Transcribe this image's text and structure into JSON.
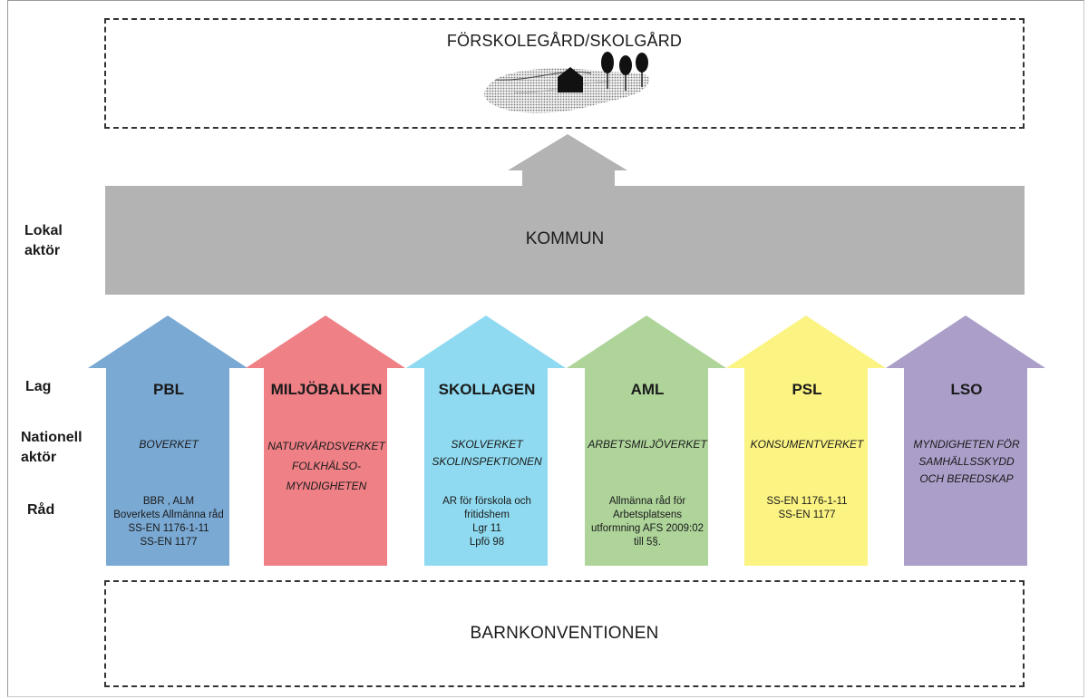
{
  "top_box": {
    "title": "FÖRSKOLEGÅRD/SKOLGÅRD"
  },
  "bottom_box": {
    "title": "BARNKONVENTIONEN"
  },
  "kommun": {
    "label": "KOMMUN"
  },
  "row_labels": {
    "lokal_aktor": [
      "Lokal",
      "aktör"
    ],
    "lag": "Lag",
    "nationell_aktor": [
      "Nationell",
      "aktör"
    ],
    "rad": "Råd"
  },
  "columns": [
    {
      "law": "PBL",
      "color": "#7aa9d3",
      "agency": [
        "BOVERKET"
      ],
      "advice": [
        "BBR , ALM",
        "Boverkets Allmänna råd",
        "SS-EN 1176-1-11",
        "SS-EN 1177"
      ]
    },
    {
      "law": "MILJÖBALKEN",
      "color": "#ee8086",
      "agency": [
        "NATURVÅRDSVERKET",
        "FOLKHÄLSO-",
        "MYNDIGHETEN"
      ],
      "advice": []
    },
    {
      "law": "SKOLLAGEN",
      "color": "#8fdaf0",
      "agency": [
        "SKOLVERKET",
        "SKOLINSPEKTIONEN"
      ],
      "advice": [
        "AR för förskola och",
        "fritidshem",
        "Lgr 11",
        "Lpfö 98"
      ]
    },
    {
      "law": "AML",
      "color": "#aed49a",
      "agency": [
        "ARBETSMILJÖVERKET"
      ],
      "advice": [
        "Allmänna råd för",
        "Arbetsplatsens",
        "utformning AFS 2009:02",
        "till 5§."
      ]
    },
    {
      "law": "PSL",
      "color": "#fbf382",
      "agency": [
        "KONSUMENTVERKET"
      ],
      "advice": [
        "SS-EN 1176-1-11",
        "SS-EN 1177"
      ]
    },
    {
      "law": "LSO",
      "color": "#ab9ec9",
      "agency": [
        "MYNDIGHETEN FÖR",
        "SAMHÄLLSSKYDD",
        "OCH BEREDSKAP"
      ],
      "advice": []
    }
  ],
  "colors": {
    "kommun": "#b3b3b3",
    "arrow": "#b3b3b3"
  }
}
